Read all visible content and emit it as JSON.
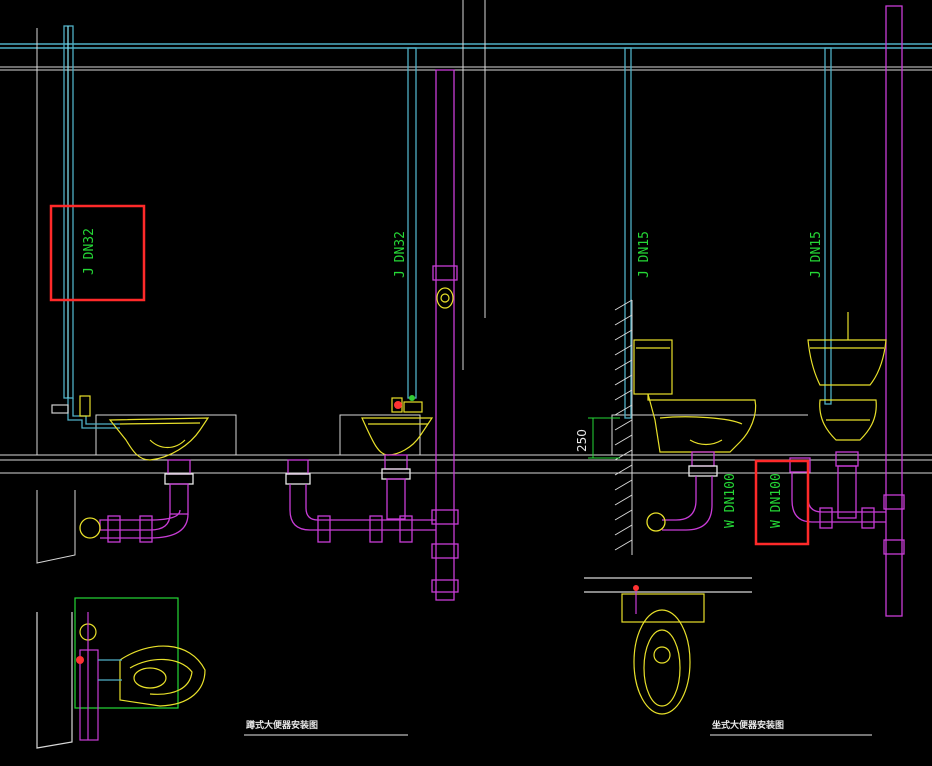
{
  "labels": {
    "pipe1": "J  DN32",
    "pipe2": "J  DN32",
    "pipe3": "J  DN15",
    "pipe4": "J  DN15",
    "drain1": "W  DN100",
    "drain2": "W  DN100",
    "dim_250": "250",
    "title_left": "蹲式大便器安装图",
    "title_right": "坐式大便器安装图"
  },
  "colors": {
    "background": "#000000",
    "water_pipe": "#4fb0c6",
    "drain_pipe": "#c83cd6",
    "fixture": "#e8e02a",
    "text_green": "#25d836",
    "highlight_box": "#ff2a2a"
  }
}
